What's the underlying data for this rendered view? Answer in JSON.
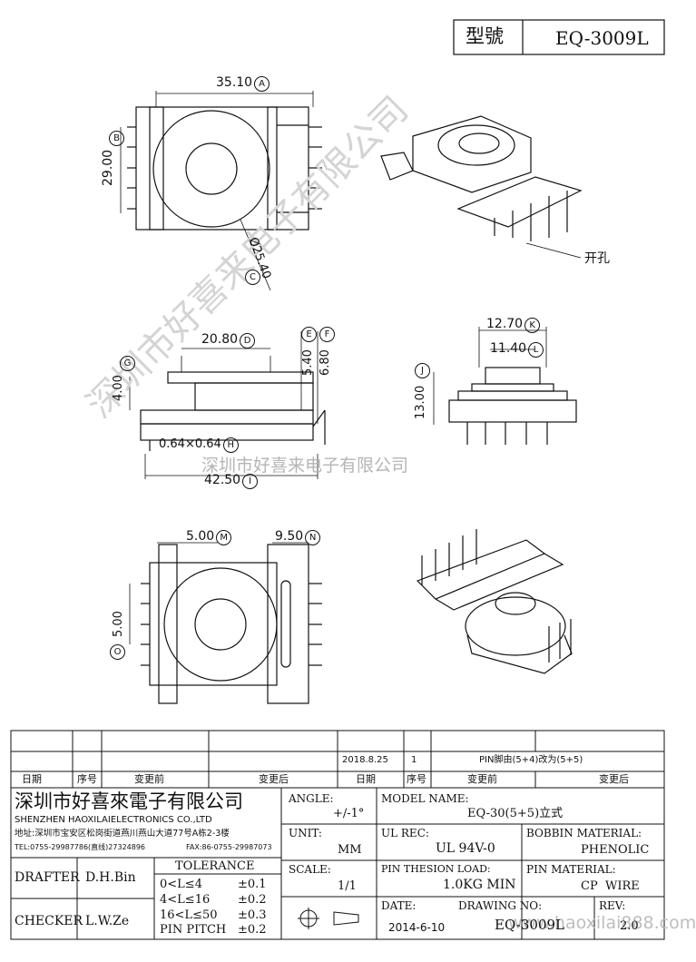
{
  "title_block": {
    "model_label": "型號",
    "model_value": "EQ-3009L"
  },
  "dims": {
    "A": "35.10",
    "B": "29.00",
    "C": "Ø25.40",
    "D": "20.80",
    "E": "5.40",
    "F": "6.80",
    "G": "4.00",
    "H": "0.64×0.64",
    "I": "42.50",
    "J": "13.00",
    "K": "12.70",
    "L": "11.40",
    "M": "5.00",
    "N": "9.50",
    "O": "5.00"
  },
  "letters": {
    "A": "A",
    "B": "B",
    "C": "C",
    "D": "D",
    "E": "E",
    "F": "F",
    "G": "G",
    "H": "H",
    "I": "I",
    "J": "J",
    "K": "K",
    "L": "L",
    "M": "M",
    "N": "N",
    "O": "O"
  },
  "callout_kaikong": "开孔",
  "watermarks": {
    "diagonal": "深圳市好喜来电子有限公司",
    "center": "深圳市好喜来电子有限公司",
    "url": "www.haoxilai888.com"
  },
  "revision": {
    "date": "2018.8.25",
    "seq": "1",
    "change": "PIN脚由(5+4)改为(5+5)",
    "headers": [
      "日期",
      "序号",
      "变更前",
      "变更后",
      "日期",
      "序号",
      "变更前",
      "变更后"
    ]
  },
  "company": {
    "name_cn": "深圳市好喜來電子有限公司",
    "name_en": "SHENZHEN HAOXILAIELECTRONICS CO.,LTD",
    "address": "地址:深圳市宝安区松岗街道燕川燕山大道77号A栋2-3楼",
    "tel": "TEL:0755-29987786(直线)27324896",
    "fax": "FAX:86-0755-29987073"
  },
  "fields": {
    "angle_label": "ANGLE:",
    "angle_value": "+/-1°",
    "model_name_label": "MODEL NAME:",
    "model_name_value": "EQ-30(5+5)立式",
    "unit_label": "UNIT:",
    "unit_value": "MM",
    "ul_rec_label": "UL REC:",
    "ul_rec_value": "UL 94V-0",
    "bobbin_label": "BOBBIN MATERIAL:",
    "bobbin_value": "PHENOLIC",
    "scale_label": "SCALE:",
    "scale_value": "1/1",
    "pin_load_label": "PIN THESION LOAD:",
    "pin_load_value": "1.0KG MIN",
    "pin_mat_label": "PIN MATERIAL:",
    "pin_mat_value": "CP  WIRE",
    "date_label": "DATE:",
    "date_value": "2014-6-10",
    "drawing_label": "DRAWING NO:",
    "drawing_value": "EQ-3009L",
    "rev_label": "REV:",
    "rev_value": "2.0"
  },
  "people": {
    "drafter_label": "DRAFTER",
    "drafter": "D.H.Bin",
    "checker_label": "CHECKER",
    "checker": "L.W.Ze"
  },
  "tolerance": {
    "title": "TOLERANCE",
    "rows": [
      {
        "range": "0<L≤4",
        "tol": "±0.1"
      },
      {
        "range": "4<L≤16",
        "tol": "±0.2"
      },
      {
        "range": "16<L≤50",
        "tol": "±0.3"
      },
      {
        "range": "PIN PITCH",
        "tol": "±0.2"
      }
    ]
  }
}
